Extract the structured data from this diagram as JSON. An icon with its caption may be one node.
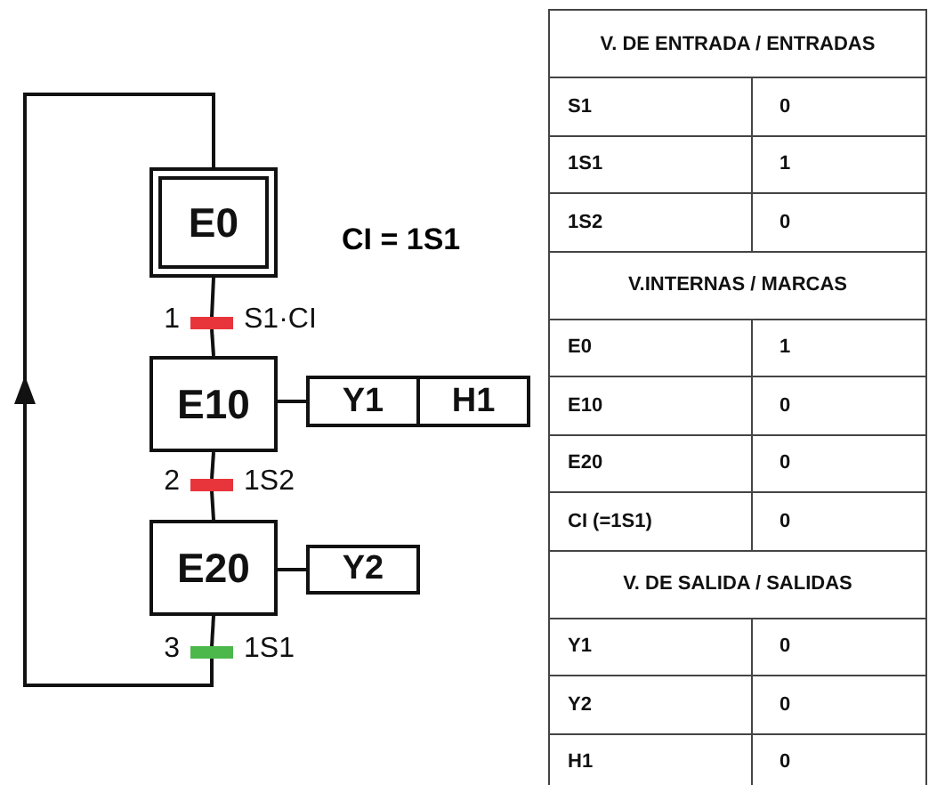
{
  "diagram": {
    "nodes": [
      {
        "text": [
          "E0"
        ]
      },
      {
        "text": [],
        "shape": "bar",
        "beside": [
          "1",
          "S1·CI"
        ]
      },
      {
        "text": [
          "E10"
        ]
      },
      {
        "text": [
          "Y1"
        ]
      },
      {
        "text": [
          "H1"
        ]
      },
      {
        "text": [],
        "shape": "bar",
        "beside": [
          "2",
          "1S2"
        ]
      },
      {
        "text": [
          "E20"
        ]
      },
      {
        "text": [
          "Y2"
        ]
      },
      {
        "text": [],
        "shape": "bar",
        "beside": [
          "3",
          "1S1"
        ]
      }
    ],
    "edges": [
      {
        "from": 0,
        "to": 1,
        "arrow": "none"
      },
      {
        "from": 1,
        "to": 2,
        "arrow": "none"
      },
      {
        "from": 2,
        "to": 3,
        "arrow": "none"
      },
      {
        "from": 2,
        "to": 5,
        "arrow": "none"
      },
      {
        "from": 5,
        "to": 6,
        "arrow": "none"
      },
      {
        "from": 6,
        "to": 7,
        "arrow": "none"
      },
      {
        "from": 6,
        "to": 8,
        "arrow": "none"
      },
      {
        "from": 8,
        "to": 0,
        "arrow": "to"
      }
    ],
    "labels": [
      "CI = 1S1",
      "V. DE ENTRADA / ENTRADAS",
      "S1",
      "0",
      "1S1",
      "1",
      "1S2",
      "0",
      "V.INTERNAS / MARCAS",
      "E0",
      "1",
      "E10",
      "0",
      "E20",
      "0",
      "CI (=1S1)",
      "0",
      "V. DE SALIDA / SALIDAS",
      "Y1",
      "0",
      "Y2",
      "0",
      "H1",
      "0"
    ]
  }
}
